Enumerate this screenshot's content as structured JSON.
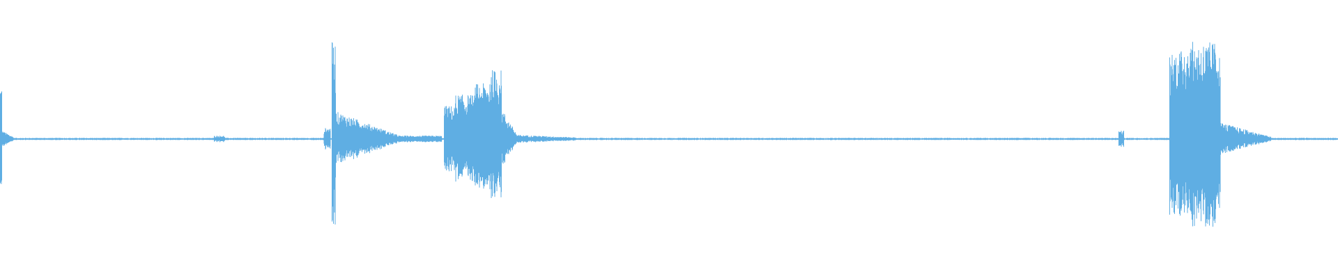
{
  "waveform": {
    "color": "#5faee3",
    "background": "#ffffff",
    "baseline_amplitude": 0.004,
    "segments": [
      {
        "start": 0.0,
        "end": 0.0015,
        "amplitude": 0.2
      },
      {
        "start": 0.0015,
        "end": 0.01,
        "amplitude": 0.03,
        "decay_to": 0.008
      },
      {
        "start": 0.16,
        "end": 0.168,
        "amplitude": 0.012
      },
      {
        "start": 0.242,
        "end": 0.247,
        "amplitude": 0.04
      },
      {
        "start": 0.248,
        "end": 0.251,
        "amplitude": 0.35
      },
      {
        "start": 0.251,
        "end": 0.3,
        "amplitude": 0.1,
        "decay_to": 0.01
      },
      {
        "start": 0.3,
        "end": 0.33,
        "amplitude": 0.012
      },
      {
        "start": 0.332,
        "end": 0.34,
        "amplitude": 0.12
      },
      {
        "start": 0.34,
        "end": 0.355,
        "amplitude": 0.16
      },
      {
        "start": 0.355,
        "end": 0.366,
        "amplitude": 0.2
      },
      {
        "start": 0.366,
        "end": 0.375,
        "amplitude": 0.25
      },
      {
        "start": 0.375,
        "end": 0.386,
        "amplitude": 0.11,
        "decay_to": 0.02
      },
      {
        "start": 0.386,
        "end": 0.43,
        "amplitude": 0.015,
        "decay_to": 0.006
      },
      {
        "start": 0.836,
        "end": 0.84,
        "amplitude": 0.03
      },
      {
        "start": 0.874,
        "end": 0.884,
        "amplitude": 0.32
      },
      {
        "start": 0.884,
        "end": 0.912,
        "amplitude": 0.35
      },
      {
        "start": 0.912,
        "end": 0.95,
        "amplitude": 0.06,
        "decay_to": 0.008
      }
    ]
  }
}
